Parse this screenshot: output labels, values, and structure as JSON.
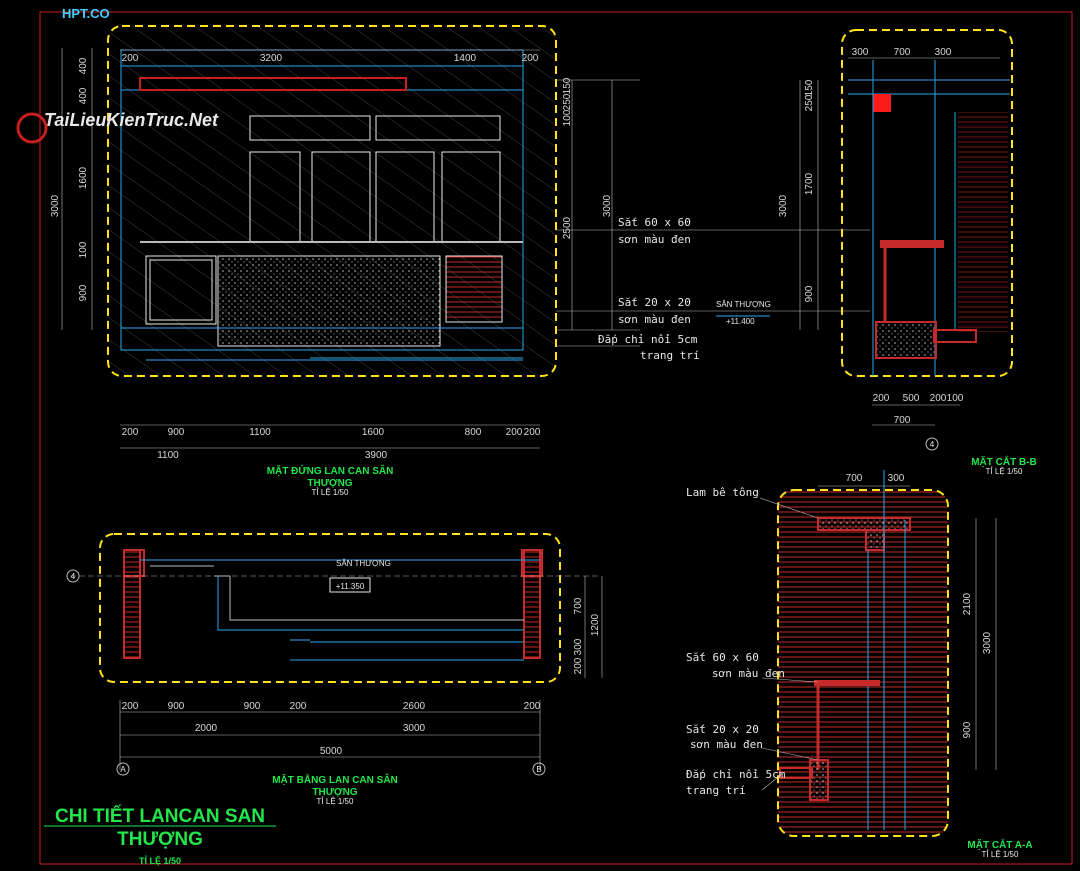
{
  "brand": "HPT.CO",
  "watermark": "TaiLieuKienTruc.Net",
  "main_title": [
    "CHI TIẾT LANCAN SAN",
    "THƯỢNG"
  ],
  "main_scale": "TỈ LỆ 1/50",
  "elevation": {
    "title": [
      "MẶT ĐỨNG LAN CAN SÂN",
      "THƯỢNG"
    ],
    "scale": "TỈ LỆ 1/50",
    "dims_top": [
      "200",
      "3200",
      "1400",
      "200"
    ],
    "dims_left": [
      "400",
      "400",
      "1600",
      "100",
      "900"
    ],
    "dim_left_total": "3000",
    "dims_right": [
      "150",
      "250",
      "100",
      "2500",
      "3000"
    ],
    "dims_bottom_1": [
      "200",
      "900",
      "1100",
      "1600",
      "800",
      "200",
      "200"
    ],
    "dims_bottom_2": [
      "1100",
      "3900"
    ]
  },
  "plan": {
    "title": [
      "MẶT BẰNG LAN CAN SÂN",
      "THƯỢNG"
    ],
    "scale": "TỈ LỆ 1/50",
    "floor_label": "SÂN THƯỢNG",
    "floor_level": "+11.350",
    "dims_bottom_1": [
      "200",
      "900",
      "900",
      "200",
      "2600",
      "200"
    ],
    "dims_bottom_2": [
      "2000",
      "3000"
    ],
    "dims_bottom_3": "5000",
    "dims_right": [
      "700",
      "300",
      "200",
      "1200"
    ],
    "axis_left": "A",
    "axis_right": "B",
    "axis_row": "4"
  },
  "section_bb": {
    "title": "MẶT CẮT B-B",
    "scale": "TỈ LỆ 1/50",
    "dims_top": [
      "300",
      "700",
      "300"
    ],
    "dims_left": [
      "150",
      "250",
      "1700",
      "3000",
      "900"
    ],
    "dims_bottom_1": [
      "200",
      "500",
      "200",
      "100"
    ],
    "dims_bottom_2": "700",
    "axis": "4"
  },
  "section_aa": {
    "title": "MẶT CẮT A-A",
    "scale": "TỈ LỆ 1/50",
    "dims_top": [
      "700",
      "300"
    ],
    "dims_right": [
      "2100",
      "3000",
      "900"
    ],
    "label_concrete": "Lam bê tông"
  },
  "notes": {
    "steel_60": "Sắt 60 x 60",
    "steel_20": "Sắt  20 x 20",
    "paint_black": "sơn màu đen",
    "trim": "Đắp chỉ nổi 5cm",
    "trim_2": "trang trí",
    "floor_label": "SÂN THƯỢNG",
    "floor_level": "+11.400"
  },
  "colors": {
    "frame": "#c81e1e",
    "highlight": "#ffe21a",
    "cyan": "#27a7e8",
    "title": "#22e64a"
  }
}
